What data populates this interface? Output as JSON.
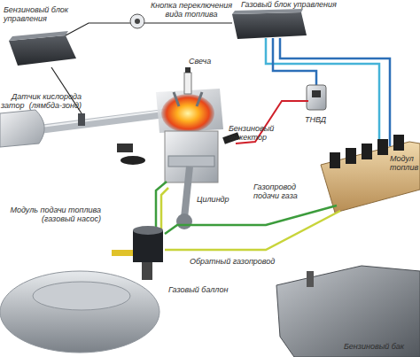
{
  "diagram": {
    "labels": [
      "Бензиновый блок управления",
      "Кнопка переключения вида топлива",
      "Газовый блок управления",
      "Датчик кислорода (лямбда-зонд)",
      "затор",
      "Свеча",
      "Бензиновый инжектор",
      "ТНВД",
      "Модул топлив",
      "Газопровод подачи газа",
      "Цилиндр",
      "Модуль подачи топлива (газовый насос)",
      "Обратный газопровод",
      "Газовый баллон",
      "Бензиновый бак"
    ]
  }
}
